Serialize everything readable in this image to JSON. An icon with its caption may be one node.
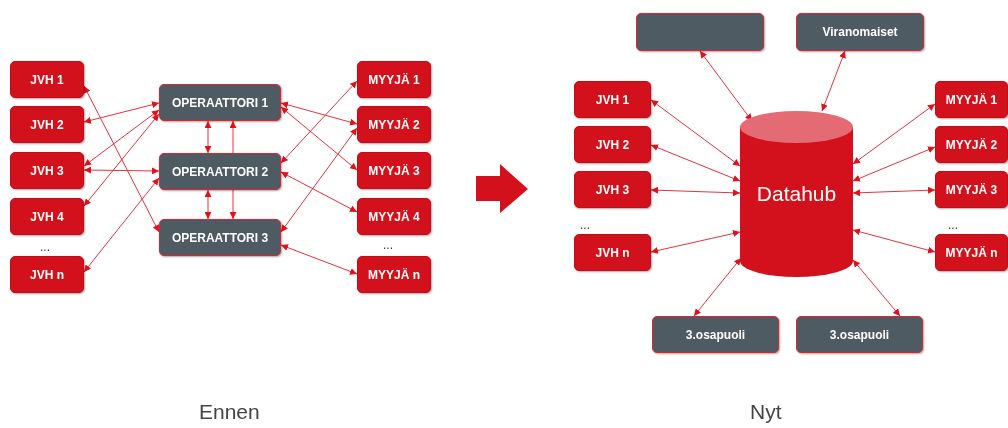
{
  "diagram": {
    "nodes": [
      {
        "text": [
          "JVH 1"
        ]
      },
      {
        "text": [
          "JVH 2"
        ]
      },
      {
        "text": [
          "JVH 3"
        ]
      },
      {
        "text": [
          "JVH 4"
        ]
      },
      {
        "text": [
          "JVH n"
        ]
      },
      {
        "text": [
          "OPERAATTORI 1"
        ]
      },
      {
        "text": [
          "OPERAATTORI 2"
        ]
      },
      {
        "text": [
          "OPERAATTORI 3"
        ]
      },
      {
        "text": [
          "MYYJÄ 1"
        ]
      },
      {
        "text": [
          "MYYJÄ 2"
        ]
      },
      {
        "text": [
          "MYYJÄ 3"
        ]
      },
      {
        "text": [
          "MYYJÄ 4"
        ]
      },
      {
        "text": [
          "MYYJÄ n"
        ]
      },
      {
        "text": [],
        "shape": "box"
      },
      {
        "text": [
          "Viranomaiset"
        ]
      },
      {
        "text": [
          "JVH 1"
        ]
      },
      {
        "text": [
          "JVH 2"
        ]
      },
      {
        "text": [
          "JVH 3"
        ]
      },
      {
        "text": [
          "JVH n"
        ]
      },
      {
        "text": [
          "Datahub"
        ]
      },
      {
        "text": [
          "MYYJÄ 1"
        ]
      },
      {
        "text": [
          "MYYJÄ 2"
        ]
      },
      {
        "text": [
          "MYYJÄ 3"
        ]
      },
      {
        "text": [
          "MYYJÄ n"
        ]
      },
      {
        "text": [
          "3.osapuoli"
        ]
      },
      {
        "text": [
          "3.osapuoli"
        ]
      }
    ],
    "edges": [
      {
        "from": 0,
        "to": 7,
        "arrow": "both"
      },
      {
        "from": 1,
        "to": 5,
        "arrow": "both"
      },
      {
        "from": 2,
        "to": 5,
        "arrow": "both"
      },
      {
        "from": 2,
        "to": 6,
        "arrow": "both"
      },
      {
        "from": 3,
        "to": 5,
        "arrow": "both"
      },
      {
        "from": 4,
        "to": 6,
        "arrow": "both"
      },
      {
        "from": 5,
        "to": 6,
        "arrow": "both"
      },
      {
        "from": 6,
        "to": 5,
        "arrow": "to"
      },
      {
        "from": 6,
        "to": 7,
        "arrow": "both"
      },
      {
        "from": 6,
        "to": 7,
        "arrow": "to"
      },
      {
        "from": 5,
        "to": 9,
        "arrow": "both"
      },
      {
        "from": 5,
        "to": 10,
        "arrow": "both"
      },
      {
        "from": 6,
        "to": 8,
        "arrow": "both"
      },
      {
        "from": 6,
        "to": 11,
        "arrow": "both"
      },
      {
        "from": 7,
        "to": 9,
        "arrow": "both"
      },
      {
        "from": 7,
        "to": 12,
        "arrow": "both"
      },
      {
        "from": 13,
        "to": 19,
        "arrow": "both"
      },
      {
        "from": 14,
        "to": 19,
        "arrow": "both"
      },
      {
        "from": 15,
        "to": 19,
        "arrow": "both"
      },
      {
        "from": 16,
        "to": 19,
        "arrow": "both"
      },
      {
        "from": 17,
        "to": 19,
        "arrow": "both"
      },
      {
        "from": 18,
        "to": 19,
        "arrow": "both"
      },
      {
        "from": 20,
        "to": 19,
        "arrow": "both"
      },
      {
        "from": 21,
        "to": 19,
        "arrow": "both"
      },
      {
        "from": 22,
        "to": 19,
        "arrow": "both"
      },
      {
        "from": 23,
        "to": 19,
        "arrow": "both"
      },
      {
        "from": 24,
        "to": 19,
        "arrow": "both"
      },
      {
        "from": 25,
        "to": 19,
        "arrow": "both"
      }
    ],
    "labels": [
      "...",
      "...",
      "...",
      "...",
      "Ennen",
      "Nyt"
    ]
  }
}
